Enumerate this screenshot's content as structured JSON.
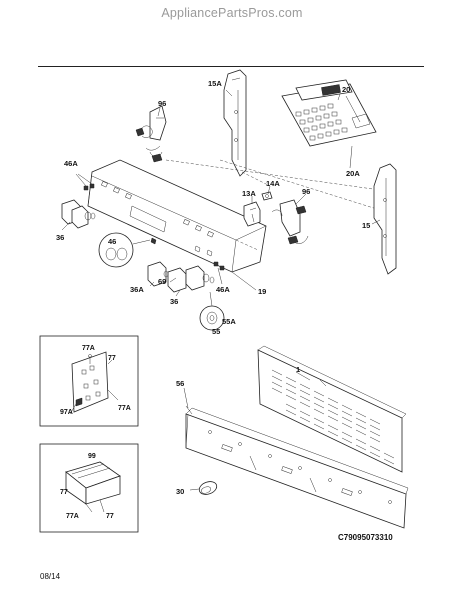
{
  "watermark": "AppliancePartsPros.com",
  "labels": {
    "l15A": "15A",
    "l20": "20",
    "l96a": "96",
    "l96b": "96",
    "l46A_top": "46A",
    "l46A_bot": "46A",
    "l20A": "20A",
    "l13A": "13A",
    "l14A": "14A",
    "l15": "15",
    "l36_left": "36",
    "l46": "46",
    "l36A": "36A",
    "l69": "69",
    "l36_mid": "36",
    "l19": "19",
    "l55A": "55A",
    "l55": "55",
    "l77A_top": "77A",
    "l77_top": "77",
    "l97A": "97A",
    "l77A_mid": "77A",
    "l1": "1",
    "l56": "56",
    "l99": "99",
    "l77_left": "77",
    "l30": "30",
    "l77A_bot": "77A",
    "l77_bot": "77"
  },
  "diagram_code": "C79095073310",
  "date": "08/14"
}
